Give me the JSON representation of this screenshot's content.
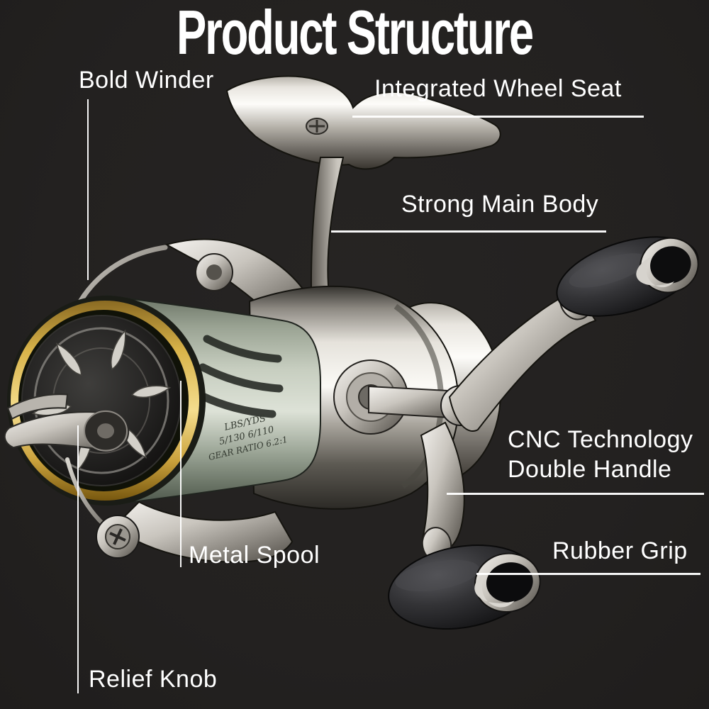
{
  "title": "Product Structure",
  "labels": {
    "bold_winder": "Bold Winder",
    "integrated_wheel_seat": "Integrated Wheel Seat",
    "strong_main_body": "Strong Main Body",
    "cnc_technology": "CNC Technology",
    "double_handle": "Double Handle",
    "metal_spool": "Metal Spool",
    "rubber_grip": "Rubber Grip",
    "relief_knob": "Relief Knob"
  },
  "spool_markings": {
    "line1": "LBS/YDS",
    "line2": "5/130 6/110",
    "line3": "GEAR RATIO 6.2:1"
  },
  "colors": {
    "background": "#242221",
    "label_text": "#ffffff",
    "leader_line": "#ffffff",
    "gold_ring": "#d9b44a",
    "spool_green": "#aab3a4",
    "chrome_light": "#f2f0ec",
    "chrome_dark": "#3a3833",
    "grip_black": "#232325"
  }
}
